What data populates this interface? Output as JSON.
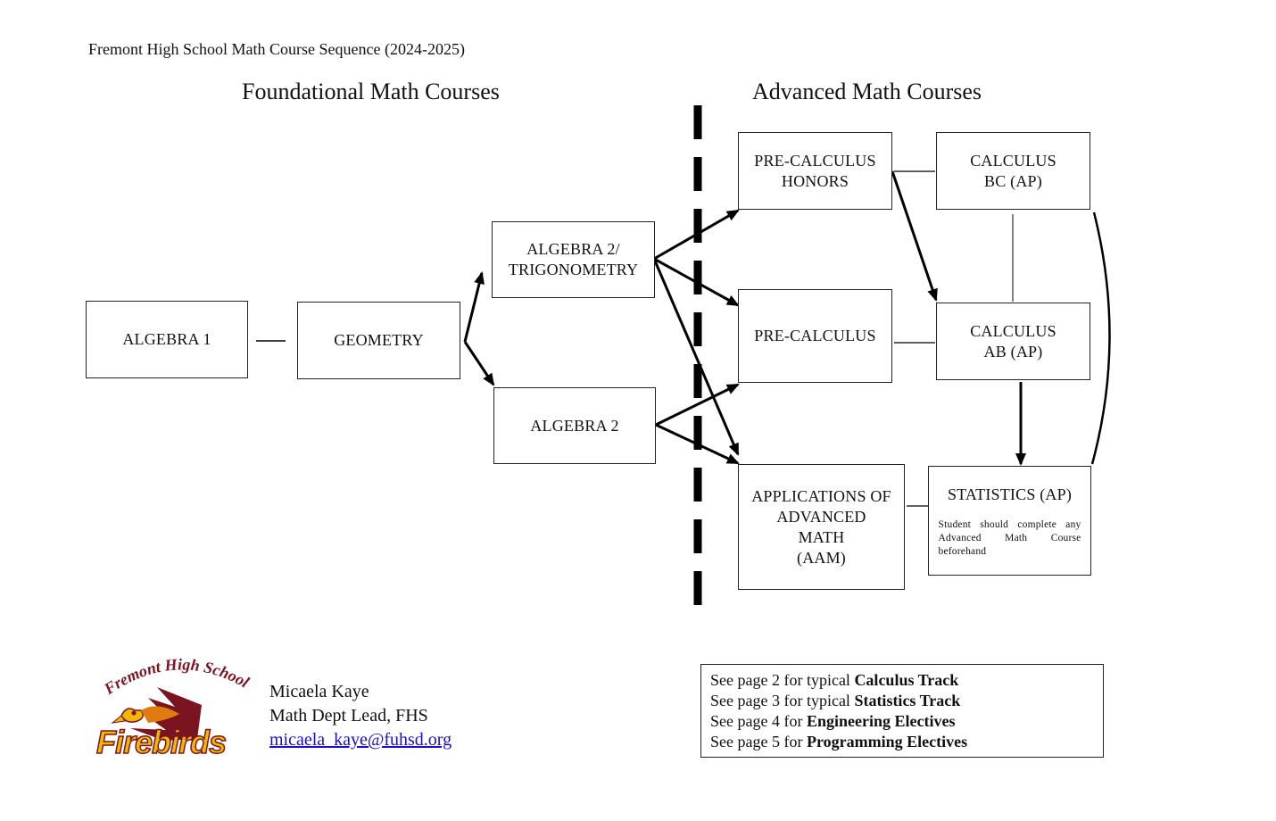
{
  "document": {
    "title": "Fremont High School Math Course Sequence (2024-2025)"
  },
  "sections": {
    "foundational": "Foundational Math Courses",
    "advanced": "Advanced Math Courses"
  },
  "courses": {
    "algebra1": [
      "ALGEBRA 1"
    ],
    "geometry": [
      "GEOMETRY"
    ],
    "algebra2_trig": [
      "ALGEBRA 2/",
      "TRIGONOMETRY"
    ],
    "algebra2": [
      "ALGEBRA 2"
    ],
    "precalc_honors": [
      "PRE-CALCULUS",
      "HONORS"
    ],
    "precalc": [
      "PRE-CALCULUS"
    ],
    "aam": [
      "APPLICATIONS OF",
      "ADVANCED",
      "MATH",
      "(AAM)"
    ],
    "calc_bc": [
      "CALCULUS",
      "BC (AP)"
    ],
    "calc_ab": [
      "CALCULUS",
      "AB (AP)"
    ],
    "stats": {
      "title": "STATISTICS (AP)",
      "note": "Student should complete any Advanced Math Course beforehand"
    }
  },
  "logo": {
    "arc_text": "Fremont High School",
    "word": "Firebirds",
    "colors": {
      "maroon": "#7a1420",
      "gold": "#f2b705",
      "orange": "#e07b10"
    }
  },
  "contact": {
    "name": "Micaela Kaye",
    "role": "Math Dept Lead, FHS",
    "email": "micaela_kaye@fuhsd.org"
  },
  "references": [
    {
      "prefix": "See page 2 for typical ",
      "bold": "Calculus Track"
    },
    {
      "prefix": "See page 3 for typical ",
      "bold": "Statistics Track"
    },
    {
      "prefix": "See page 4 for ",
      "bold": "Engineering Electives"
    },
    {
      "prefix": "See page 5 for ",
      "bold": "Programming Electives"
    }
  ]
}
